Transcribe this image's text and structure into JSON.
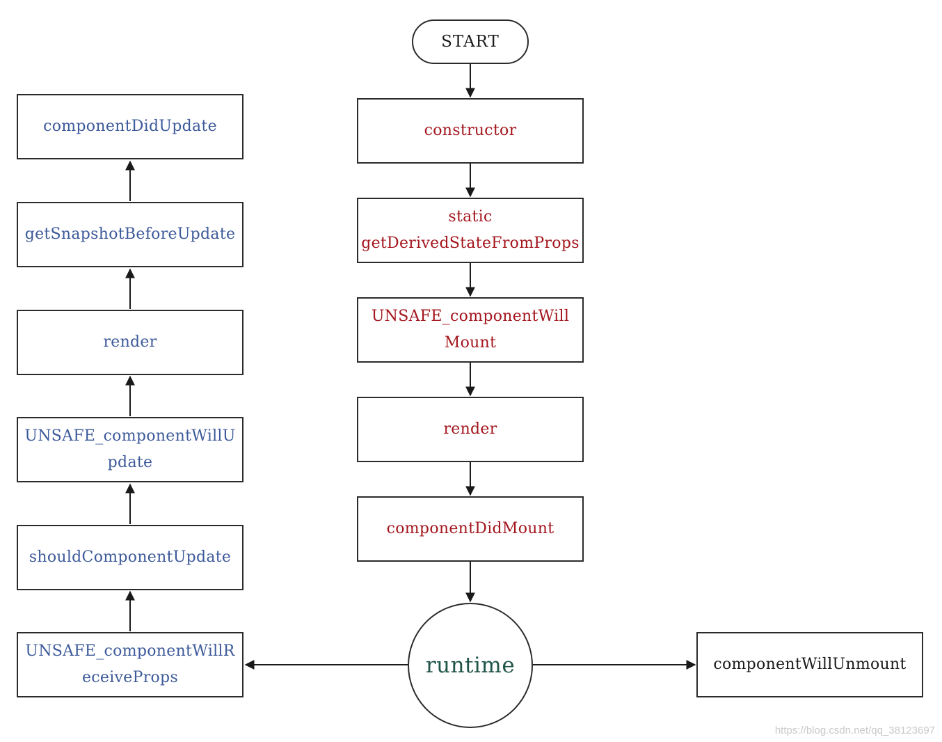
{
  "start": "START",
  "mount": {
    "constructor": "constructor",
    "getDerived": [
      "static",
      "getDerivedStateFromProps"
    ],
    "willMount": [
      "UNSAFE_componentWill",
      "Mount"
    ],
    "render": "render",
    "didMount": "componentDidMount"
  },
  "runtime": "runtime",
  "update": {
    "didUpdate": "componentDidUpdate",
    "snapshot": "getSnapshotBeforeUpdate",
    "render": "render",
    "willUpdate": [
      "UNSAFE_componentWillU",
      "pdate"
    ],
    "shouldUpdate": "shouldComponentUpdate",
    "willReceive": [
      "UNSAFE_componentWillR",
      "eceiveProps"
    ]
  },
  "unmount": "componentWillUnmount",
  "watermark": "https://blog.csdn.net/qq_38123697",
  "colors": {
    "mount_text": "#a3161d",
    "update_text": "#3d5a9a",
    "runtime_text": "#1f5448",
    "stroke": "#2b2b2b"
  }
}
